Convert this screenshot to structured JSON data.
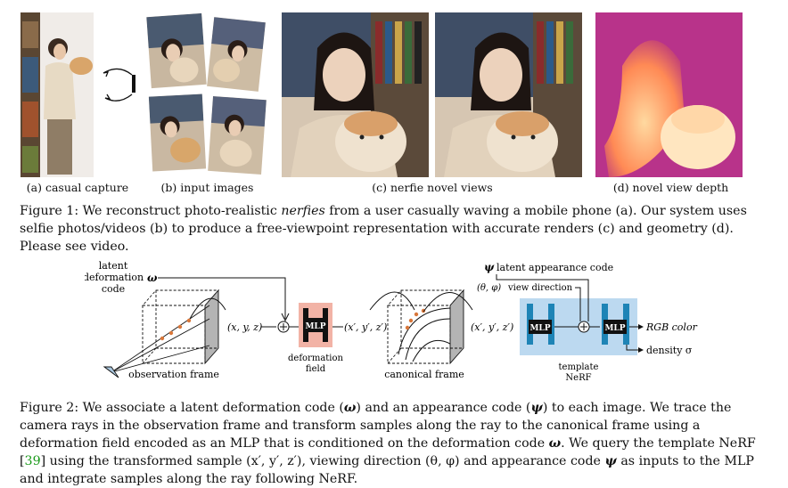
{
  "figure1": {
    "subcaptions": {
      "a": "(a) casual capture",
      "b": "(b) input images",
      "c": "(c) nerfie novel views",
      "d": "(d) novel view depth"
    },
    "caption": {
      "label": "Figure 1:",
      "text_1": "We reconstruct photo-realistic",
      "emph": "nerfies",
      "text_2": "from a user casually waving a mobile phone (a). Our system uses selfie photos/videos (b) to produce a free-viewpoint representation with accurate renders (c) and geometry (d). Please see video."
    }
  },
  "figure2": {
    "labels": {
      "latent_line1": "latent",
      "latent_line2": "deformation",
      "latent_line3": "code",
      "omega": "ω",
      "observation_frame": "observation frame",
      "xyz": "(x, y, z)",
      "mlp": "MLP",
      "deformation_field_1": "deformation",
      "deformation_field_2": "field",
      "xyz_prime": "(x′, y′, z′)",
      "canonical_frame": "canonical frame",
      "xyz_prime_2": "(x′, y′, z′)",
      "psi": "ψ",
      "appearance_code": "latent appearance code",
      "theta_phi": "(θ, φ)",
      "view_direction": "view direction",
      "rgb": "RGB color",
      "density": "density σ",
      "template_1": "template",
      "template_2": "NeRF"
    },
    "colors": {
      "deformation_bg": "#f2b3a6",
      "template_bg": "#bcd9f0",
      "mlp_blue": "#1e84b6",
      "mlp_dark": "#111111",
      "sample_point": "#d9773a"
    },
    "caption": {
      "label": "Figure 2:",
      "p1": "We associate a latent deformation code (",
      "omega": "ω",
      "p2": ") and an appearance code (",
      "psi": "ψ",
      "p3": ") to each image. We trace the camera rays in the observation frame and transform samples along the ray to the canonical frame using a deformation field encoded as an MLP that is conditioned on the deformation code",
      "omega2": "ω",
      "p4": ". We query the template NeRF [",
      "cite": "39",
      "p5": "] using the transformed sample (x′, y′, z′), viewing direction (θ, φ) and appearance code",
      "psi2": "ψ",
      "p6": "as inputs to the MLP and integrate samples along the ray following NeRF."
    }
  }
}
